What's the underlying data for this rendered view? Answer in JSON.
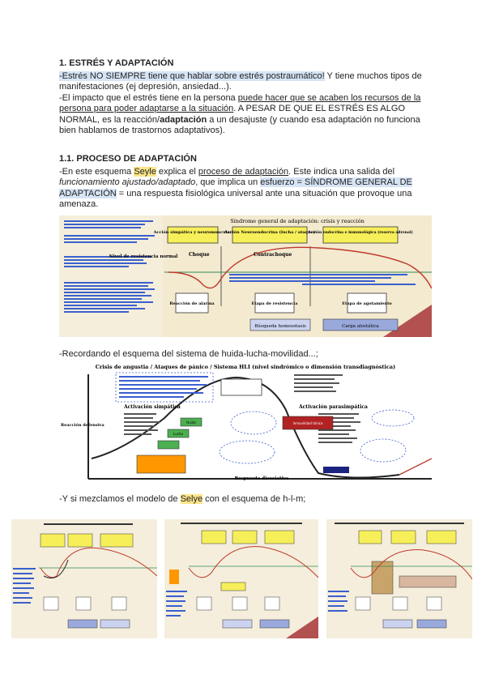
{
  "section1": {
    "title": "1. ESTRÉS Y ADAPTACIÓN",
    "p1_highlight": "-Estrés NO SIEMPRE tiene que hablar sobre estrés postraumático!",
    "p1_rest": " Y tiene muchos tipos de manifestaciones (ej depresión, ansiedad...).",
    "p2_a": "-El impacto que el estrés tiene en la persona ",
    "p2_underline": "puede hacer que se acaben los recursos de la persona para poder adaptarse a la situación",
    "p2_b": ". A PESAR DE QUE EL ESTRÉS ES ALGO NORMAL, es la reacción/",
    "p2_bold": "adaptación",
    "p2_c": " a un desajuste (y cuando esa adaptación no funciona bien hablamos de trastornos adaptativos)."
  },
  "section11": {
    "title": "1.1. PROCESO DE ADAPTACIÓN",
    "p_a": "-En este esquema ",
    "selye": "Seyle",
    "p_b": " explica el ",
    "p_underline": "proceso de adaptación",
    "p_c": ". Este indica una salida del ",
    "p_italic": "funcionamiento ajustado/adaptado",
    "p_d": ", que implica un ",
    "p_highlight": "esfuerzo = SÍNDROME GENERAL DE ADAPTACIÓN",
    "p_e": " = una respuesta fisiológica universal ante una situación que provoque una amenaza."
  },
  "figure1": {
    "title": "Síndrome general de adaptación: crisis y reacción",
    "box_simpatica": "Acción simpática y neuromuscular",
    "box_neuro": "Acción Neuroendocrina (lucha / ataque)",
    "box_endocrina": "Acción endocrina e inmunológica (reserva adrenal)",
    "nivel": "Nivel de resistencia normal",
    "choque": "Choque",
    "contrachoque": "Contrachoque",
    "stage1": "Reacción de alarma",
    "stage2": "Etapa de resistencia",
    "stage3": "Etapa de agotamiento",
    "bar1": "Búsqueda homeostasis",
    "bar2": "Carga alostática"
  },
  "p_recordando": "-Recordando el esquema del sistema de huida-lucha-movilidad...;",
  "figure2": {
    "title": "Crisis de angustia / Ataques de pánico / Sistema HLI (nivel sindrómico o dimensión transdiagnóstica)",
    "activacion_simpatica": "Activación simpática",
    "activacion_parasimpatica": "Activación parasimpática",
    "reaccion": "Reacción defensiva",
    "respuesta": "Respuesta disociativa",
    "huida": "Huida",
    "lucha": "Lucha",
    "inmovilidad": "Inmovilidad tónica"
  },
  "p_mezclamos_a": "-Y si mezclamos el modelo de ",
  "p_mezclamos_selye": "Selye",
  "p_mezclamos_b": " con el esquema de h-l-m;",
  "colors": {
    "highlight_blue": "#d6e4f5",
    "highlight_yellow": "#fbe58a",
    "curve_red": "#c0392b",
    "box_yellow": "#f7ef5a",
    "bar_blue": "#9aa9dc"
  }
}
